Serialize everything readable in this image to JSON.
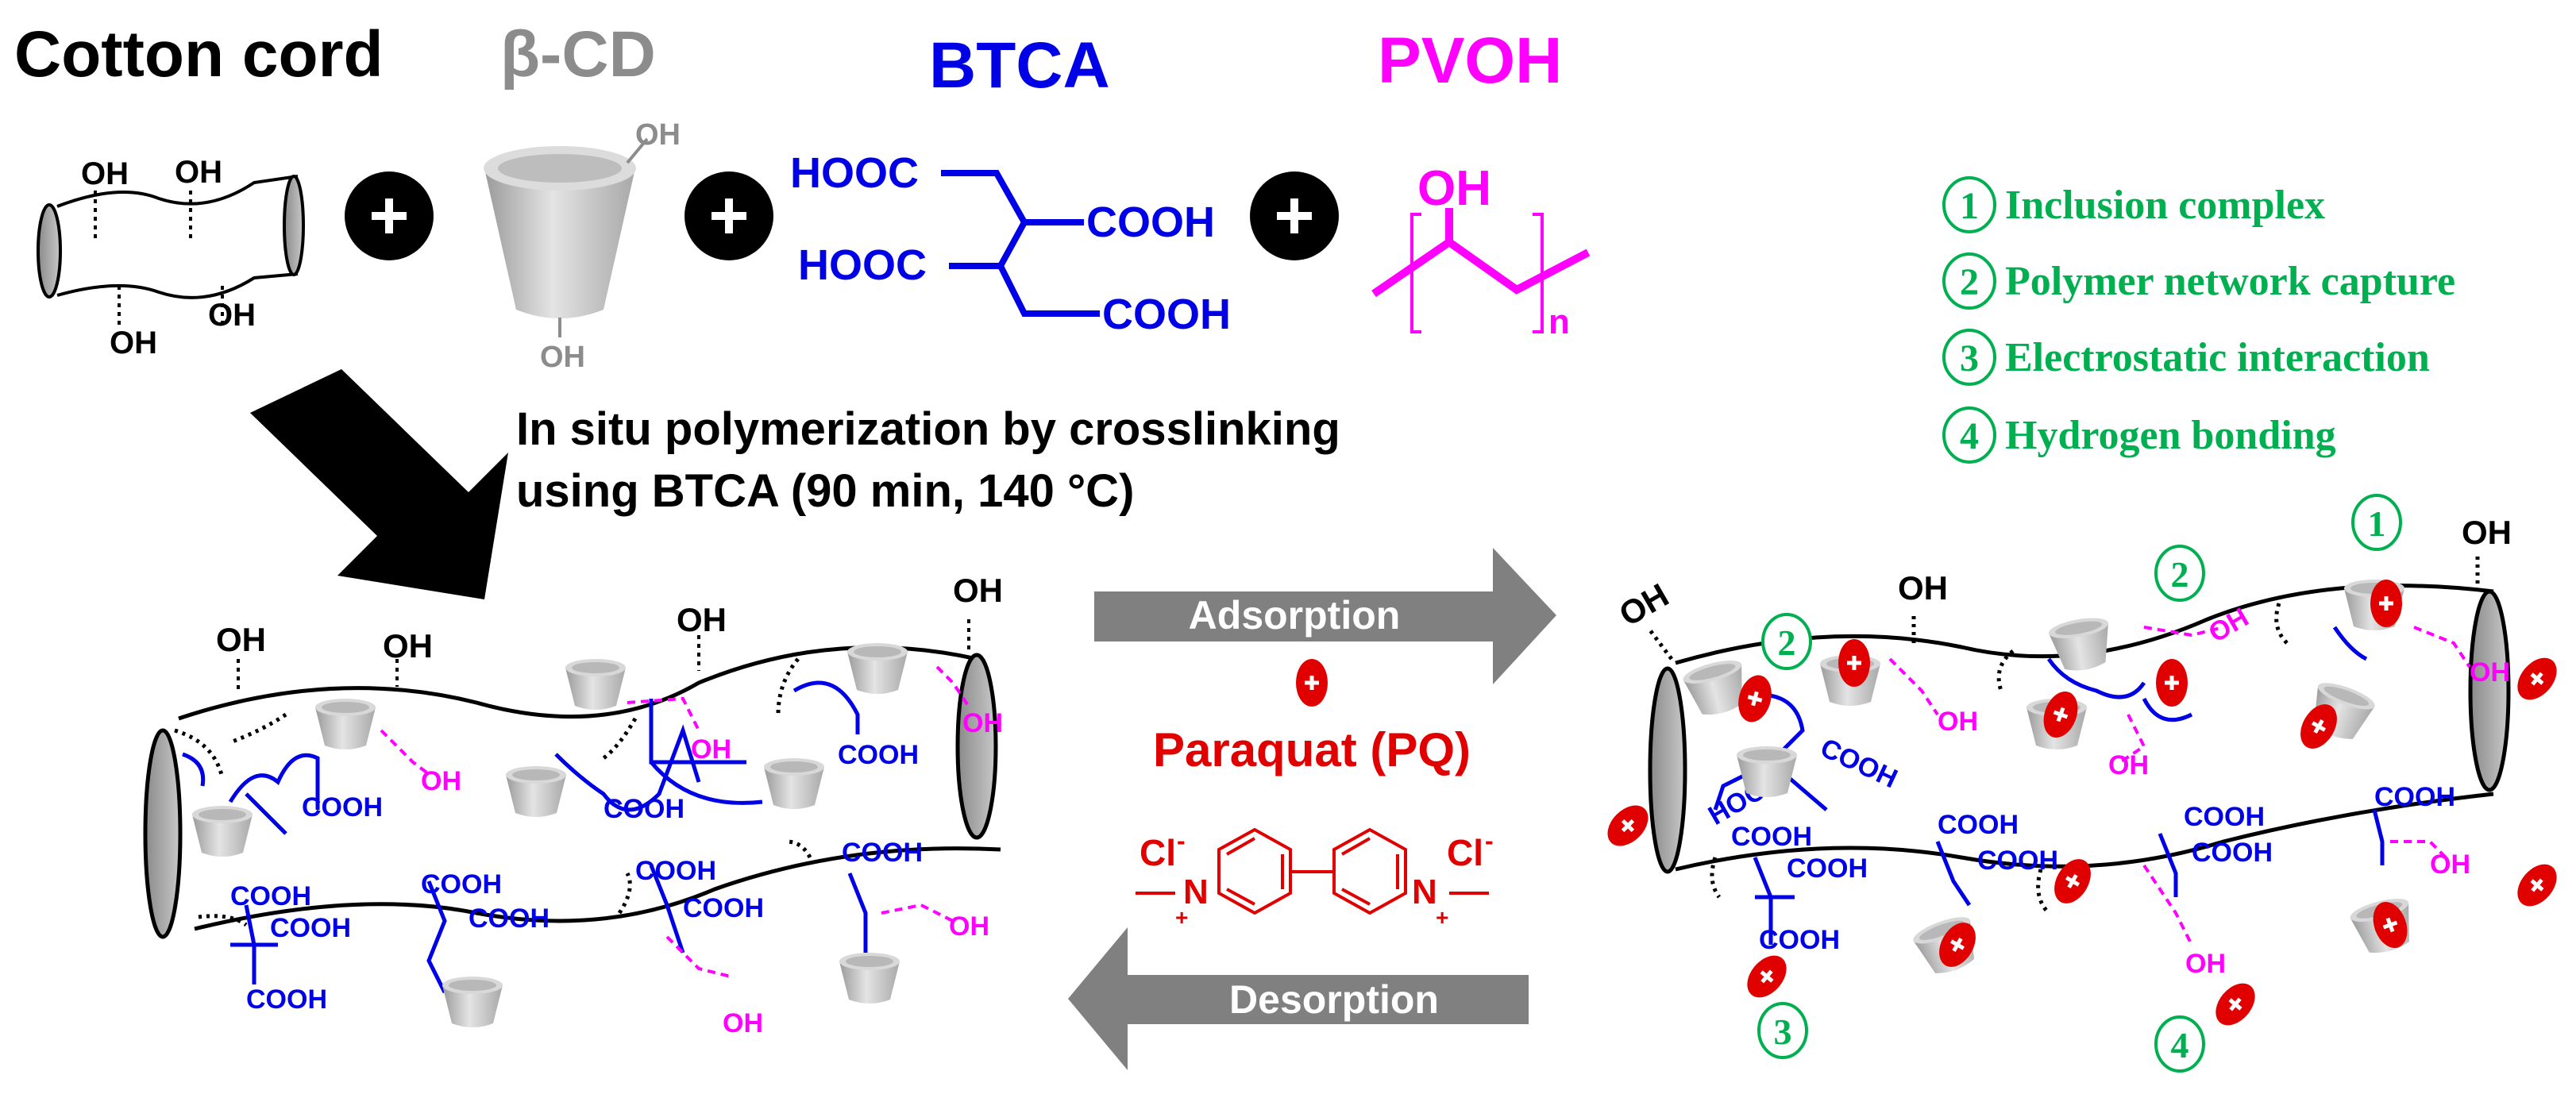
{
  "headers": {
    "cotton": "Cotton cord",
    "bcd": "β-CD",
    "btca": "BTCA",
    "pvoh": "PVOH"
  },
  "labels": {
    "oh": "OH",
    "cooh": "COOH",
    "hooc": "HOOC",
    "plus": "+",
    "n_sub": "n",
    "minus": "-",
    "cl": "Cl",
    "n": "N"
  },
  "process": {
    "line1": "In situ polymerization by crosslinking",
    "line2": "using BTCA (90 min, 140 °C)"
  },
  "arrows": {
    "adsorption": "Adsorption",
    "desorption": "Desorption"
  },
  "pollutant": "Paraquat (PQ)",
  "mechanisms": [
    {
      "num": "1",
      "label": "Inclusion complex"
    },
    {
      "num": "2",
      "label": "Polymer network capture"
    },
    {
      "num": "3",
      "label": "Electrostatic interaction"
    },
    {
      "num": "4",
      "label": "Hydrogen bonding"
    }
  ],
  "colors": {
    "btca": "#0000e6",
    "pvoh": "#ff00ff",
    "pq": "#ff0000",
    "mech": "#00b050",
    "cd": "#b0b0b0",
    "arrow": "#808080"
  }
}
